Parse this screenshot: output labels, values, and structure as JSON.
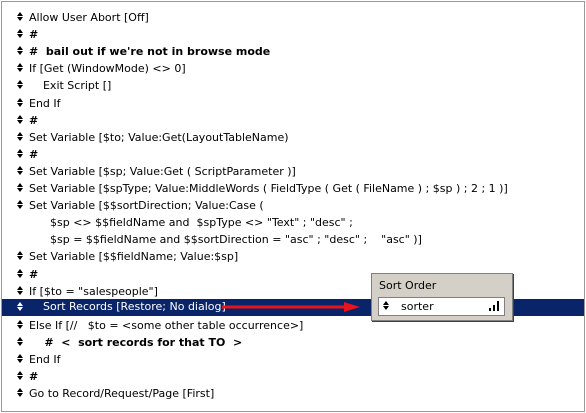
{
  "script_steps": [
    {
      "text": "Allow User Abort [Off]",
      "bold": false
    },
    {
      "text": "#",
      "bold": true
    },
    {
      "text": "#  bail out if we're not in browse mode",
      "bold": true
    },
    {
      "text": "If [Get (WindowMode) <> 0]",
      "bold": false
    },
    {
      "text": "    Exit Script []",
      "bold": false
    },
    {
      "text": "End If",
      "bold": false
    },
    {
      "text": "#",
      "bold": true
    },
    {
      "text": "Set Variable [$to; Value:Get(LayoutTableName)",
      "bold": false
    },
    {
      "text": "#",
      "bold": true
    },
    {
      "text": "Set Variable [$sp; Value:Get ( ScriptParameter )]",
      "bold": false
    },
    {
      "text": "Set Variable [$spType; Value:MiddleWords ( FieldType ( Get ( FileName ) ; $sp ) ; 2 ; 1 )]",
      "bold": false
    },
    {
      "text": "Set Variable [$$sortDirection; Value:Case (",
      "bold": false
    },
    {
      "text": "      $sp <> $$fieldName and  $spType <> \"Text\" ; \"desc\" ;",
      "bold": false
    },
    {
      "text": "      $sp = $$fieldName and $$sortDirection = \"asc\" ; \"desc\" ;    \"asc\" )]",
      "bold": false
    },
    {
      "text": "Set Variable [$$fieldName; Value:$sp]",
      "bold": false
    },
    {
      "text": "#",
      "bold": true
    },
    {
      "text": "If [$to = \"salespeople\"]",
      "bold": false
    },
    {
      "text": "    Sort Records [Restore; No dialog]",
      "bold": false
    },
    {
      "text": "Else If [//   $to = <some other table occurrence>]",
      "bold": false
    },
    {
      "text": "    #  <  sort records for that TO  >",
      "bold": true
    },
    {
      "text": "End If",
      "bold": false
    },
    {
      "text": "#",
      "bold": true
    },
    {
      "text": "Go to Record/Request/Page [First]",
      "bold": false
    }
  ],
  "selected_index": 17,
  "sort_order_popup": {
    "title": "Sort Order",
    "field": "sorter"
  },
  "colors": {
    "selection": "#0a246a",
    "arrow": "#e8131b"
  }
}
